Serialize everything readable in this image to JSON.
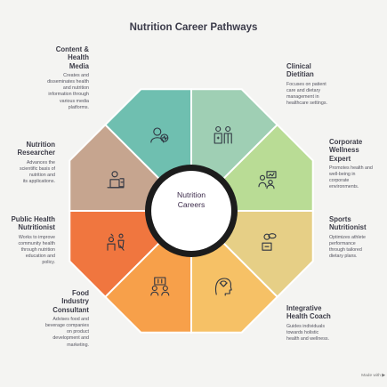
{
  "title": "Nutrition Career Pathways",
  "center": {
    "line1": "Nutrition",
    "line2": "Careers"
  },
  "segments": [
    {
      "key": "digital",
      "title_lines": [
        "Content &",
        "Health",
        "Media"
      ],
      "desc_lines": [
        "Creates and",
        "disseminates health",
        "and nutrition",
        "information through",
        "various media",
        "platforms."
      ],
      "color": "#6fbfb0",
      "icon": "content-media-icon"
    },
    {
      "key": "clinical",
      "title_lines": [
        "Clinical",
        "Dietitian"
      ],
      "desc_lines": [
        "Focuses on patient",
        "care and dietary",
        "management in",
        "healthcare settings."
      ],
      "color": "#9fcfb4",
      "icon": "clinical-care-icon"
    },
    {
      "key": "corporate",
      "title_lines": [
        "Corporate",
        "Wellness",
        "Expert"
      ],
      "desc_lines": [
        "Promotes health and",
        "well-being in",
        "corporate",
        "environments."
      ],
      "color": "#b9dc95",
      "icon": "corporate-wellness-icon"
    },
    {
      "key": "sports",
      "title_lines": [
        "Sports",
        "Nutritionist"
      ],
      "desc_lines": [
        "Optimizes athlete",
        "performance",
        "through tailored",
        "dietary plans."
      ],
      "color": "#e6cf86",
      "icon": "sports-nutrition-icon"
    },
    {
      "key": "integrative",
      "title_lines": [
        "Integrative",
        "Health Coach"
      ],
      "desc_lines": [
        "Guides individuals",
        "towards holistic",
        "health and wellness."
      ],
      "color": "#f6c166",
      "icon": "integrative-coach-icon"
    },
    {
      "key": "food",
      "title_lines": [
        "Food",
        "Industry",
        "Consultant"
      ],
      "desc_lines": [
        "Advises food and",
        "beverage companies",
        "on product",
        "development and",
        "marketing."
      ],
      "color": "#f7a04a",
      "icon": "food-industry-icon"
    },
    {
      "key": "public",
      "title_lines": [
        "Public Health",
        "Nutritionist"
      ],
      "desc_lines": [
        "Works to improve",
        "community health",
        "through nutrition",
        "education and",
        "policy."
      ],
      "color": "#f0763f",
      "icon": "public-health-icon"
    },
    {
      "key": "research",
      "title_lines": [
        "Nutrition",
        "Researcher"
      ],
      "desc_lines": [
        "Advances the",
        "scientific basis of",
        "nutrition and",
        "its applications."
      ],
      "color": "#c6a58f",
      "icon": "research-icon"
    }
  ],
  "footer": "Made with ▶"
}
